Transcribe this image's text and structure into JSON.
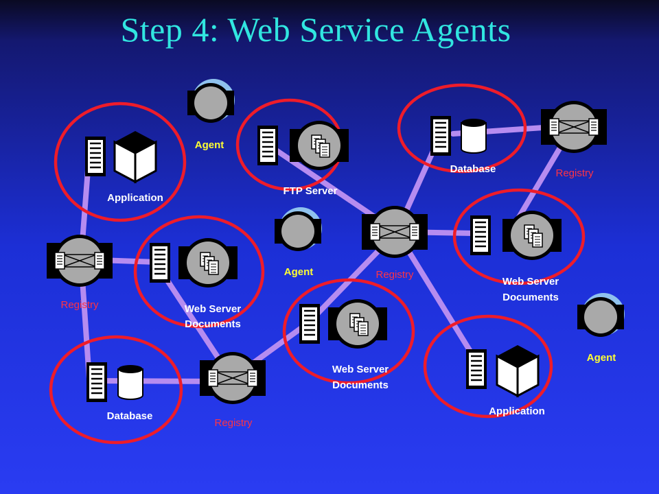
{
  "title": "Step 4: Web Service Agents",
  "labels": {
    "agent": "Agent",
    "application": "Application",
    "ftp_server": "FTP Server",
    "database": "Database",
    "registry": "Registry",
    "web_server_line1": "Web Server",
    "web_server_line2": "Documents"
  },
  "colors": {
    "link": "#b68cf0",
    "ring": "#ee1c2a",
    "title": "#31e6e0",
    "agent_label": "#ffff33",
    "registry_label": "#ff3344"
  }
}
